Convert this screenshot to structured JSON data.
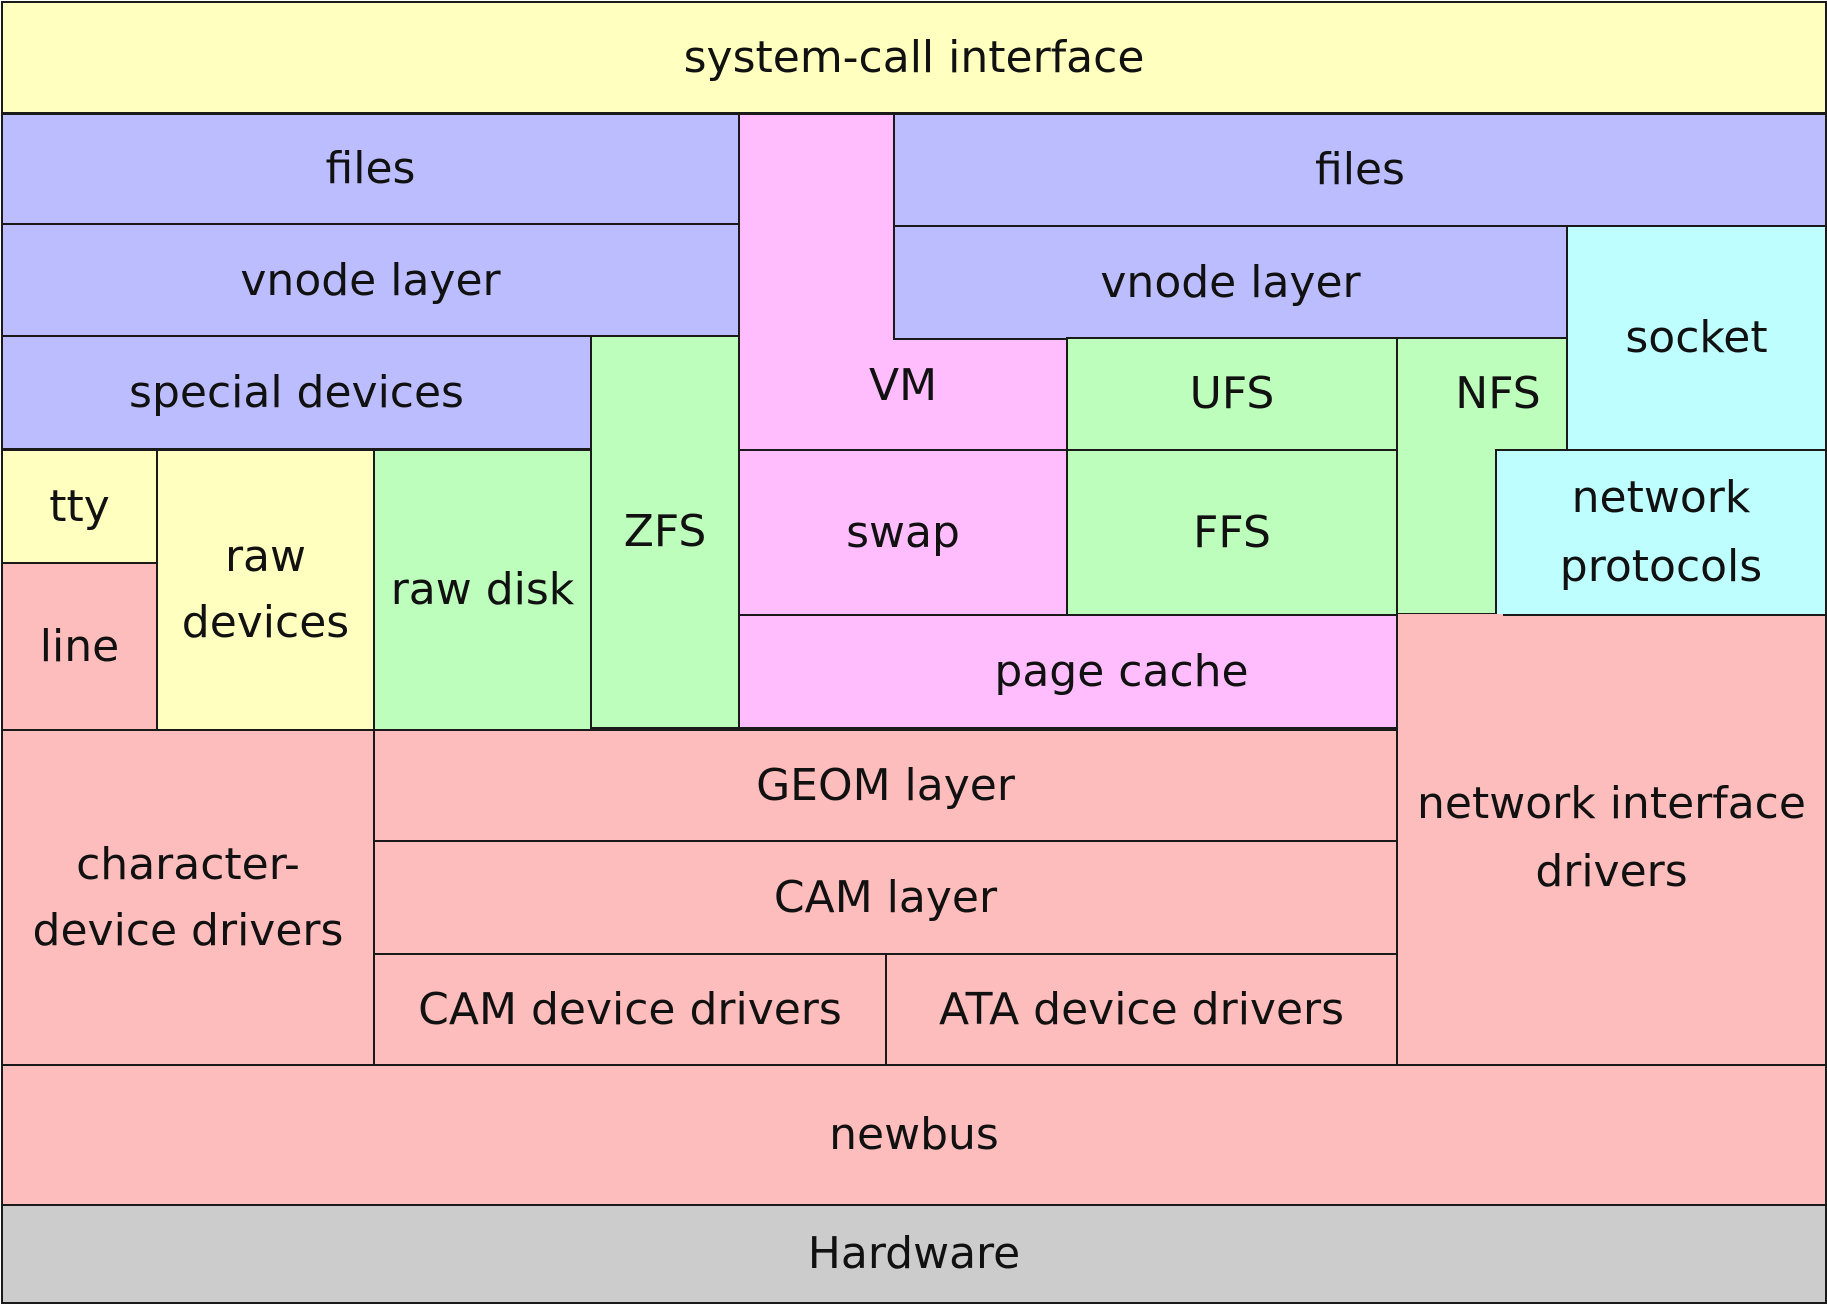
{
  "colors": {
    "syscall": "#ffffc0",
    "filesystem": "#bcbdfe",
    "vm": "#ffbdfe",
    "fs_impl": "#bdfebd",
    "network": "#befefe",
    "drivers": "#febdbd",
    "hardware": "#cccccc"
  },
  "blocks": {
    "syscall": "system-call interface",
    "files_left": "files",
    "files_right": "files",
    "vnode_left": "vnode layer",
    "vnode_right": "vnode layer",
    "special_devices": "special devices",
    "zfs": "ZFS",
    "vm": "VM",
    "ufs": "UFS",
    "nfs": "NFS",
    "socket": "socket",
    "tty": "tty",
    "line": "line",
    "raw_devices": "raw devices",
    "raw_disk": "raw disk",
    "swap": "swap",
    "ffs": "FFS",
    "network_protocols": "network protocols",
    "page_cache": "page cache",
    "geom": "GEOM layer",
    "cam_layer": "CAM layer",
    "cam_drivers": "CAM device drivers",
    "ata_drivers": "ATA device drivers",
    "char_drivers": "character-device drivers",
    "net_iface_drivers": "network interface drivers",
    "newbus": "newbus",
    "hardware": "Hardware"
  }
}
